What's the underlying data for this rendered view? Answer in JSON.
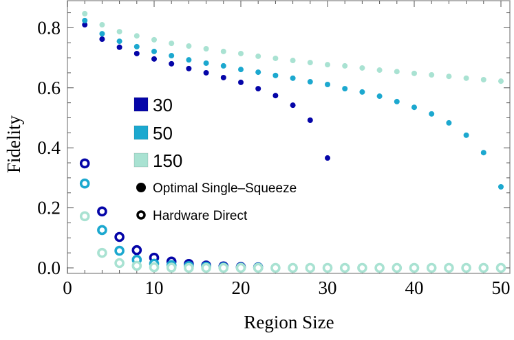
{
  "chart_data": {
    "type": "scatter",
    "title": "",
    "xlabel": "Region Size",
    "ylabel": "Fidelity",
    "xlim": [
      0,
      51
    ],
    "ylim": [
      0,
      0.89
    ],
    "xticks": [
      0,
      10,
      20,
      30,
      40,
      50
    ],
    "xtick_labels": [
      "0",
      "10",
      "20",
      "30",
      "40",
      "50"
    ],
    "yticks": [
      0.0,
      0.2,
      0.4,
      0.6,
      0.8
    ],
    "ytick_labels": [
      "0.0",
      "0.2",
      "0.4",
      "0.6",
      "0.8"
    ],
    "grid": false,
    "legend_position": "inside-left-middle",
    "legend": {
      "colors": [
        {
          "label": "30",
          "color": "#0505a8"
        },
        {
          "label": "50",
          "color": "#1ca8cf"
        },
        {
          "label": "150",
          "color": "#a9e2d2"
        }
      ],
      "markers": [
        {
          "label": "Optimal Single–Squeeze",
          "marker": "filled-circle"
        },
        {
          "label": "Hardware Direct",
          "marker": "hollow-circle"
        }
      ]
    },
    "x": [
      2,
      4,
      6,
      8,
      10,
      12,
      14,
      16,
      18,
      20,
      22,
      24,
      26,
      28,
      30,
      32,
      34,
      36,
      38,
      40,
      42,
      44,
      46,
      48,
      50
    ],
    "series": [
      {
        "name": "30 — Optimal Single-Squeeze",
        "group": "30",
        "marker": "filled",
        "color": "#0505a8",
        "x": [
          2,
          4,
          6,
          8,
          10,
          12,
          14,
          16,
          18,
          20,
          22,
          24,
          26,
          28,
          30
        ],
        "values": [
          0.81,
          0.762,
          0.735,
          0.714,
          0.696,
          0.68,
          0.664,
          0.65,
          0.634,
          0.618,
          0.597,
          0.574,
          0.542,
          0.492,
          0.366
        ]
      },
      {
        "name": "50 — Optimal Single-Squeeze",
        "group": "50",
        "marker": "filled",
        "color": "#1ca8cf",
        "x": [
          2,
          4,
          6,
          8,
          10,
          12,
          14,
          16,
          18,
          20,
          22,
          24,
          26,
          28,
          30,
          32,
          34,
          36,
          38,
          40,
          42,
          44,
          46,
          48,
          50
        ],
        "values": [
          0.824,
          0.78,
          0.755,
          0.737,
          0.721,
          0.707,
          0.693,
          0.682,
          0.673,
          0.661,
          0.652,
          0.641,
          0.632,
          0.62,
          0.611,
          0.597,
          0.586,
          0.572,
          0.554,
          0.535,
          0.513,
          0.483,
          0.442,
          0.384,
          0.27
        ]
      },
      {
        "name": "150 — Optimal Single-Squeeze",
        "group": "150",
        "marker": "filled",
        "color": "#a9e2d2",
        "x": [
          2,
          4,
          6,
          8,
          10,
          12,
          14,
          16,
          18,
          20,
          22,
          24,
          26,
          28,
          30,
          32,
          34,
          36,
          38,
          40,
          42,
          44,
          46,
          48,
          50
        ],
        "values": [
          0.847,
          0.81,
          0.787,
          0.773,
          0.76,
          0.748,
          0.739,
          0.73,
          0.721,
          0.714,
          0.705,
          0.698,
          0.691,
          0.684,
          0.677,
          0.673,
          0.666,
          0.659,
          0.654,
          0.648,
          0.643,
          0.638,
          0.632,
          0.627,
          0.622
        ]
      },
      {
        "name": "30 — Hardware Direct",
        "group": "30",
        "marker": "hollow",
        "color": "#0505a8",
        "x": [
          2,
          4,
          6,
          8,
          10,
          12,
          14,
          16,
          18,
          20,
          22
        ],
        "values": [
          0.348,
          0.188,
          0.103,
          0.059,
          0.034,
          0.021,
          0.013,
          0.008,
          0.005,
          0.003,
          0.002
        ]
      },
      {
        "name": "50 — Hardware Direct",
        "group": "50",
        "marker": "hollow",
        "color": "#1ca8cf",
        "x": [
          2,
          4,
          6,
          8,
          10,
          12,
          14,
          16,
          18,
          20,
          22
        ],
        "values": [
          0.281,
          0.126,
          0.057,
          0.027,
          0.014,
          0.009,
          0.006,
          0.004,
          0.002,
          0.001,
          0.001
        ]
      },
      {
        "name": "150 — Hardware Direct",
        "group": "150",
        "marker": "hollow",
        "color": "#a9e2d2",
        "x": [
          2,
          4,
          6,
          8,
          10,
          12,
          14,
          16,
          18,
          20,
          22,
          24,
          26,
          28,
          30,
          32,
          34,
          36,
          38,
          40,
          42,
          44,
          46,
          48,
          50
        ],
        "values": [
          0.172,
          0.05,
          0.016,
          0.007,
          0.002,
          0.001,
          0.0,
          0.0,
          0.0,
          0.0,
          0.0,
          0.0,
          0.0,
          0.0,
          0.0,
          0.0,
          0.0,
          0.0,
          0.0,
          0.0,
          0.0,
          0.0,
          0.0,
          0.0,
          0.0
        ]
      }
    ]
  }
}
